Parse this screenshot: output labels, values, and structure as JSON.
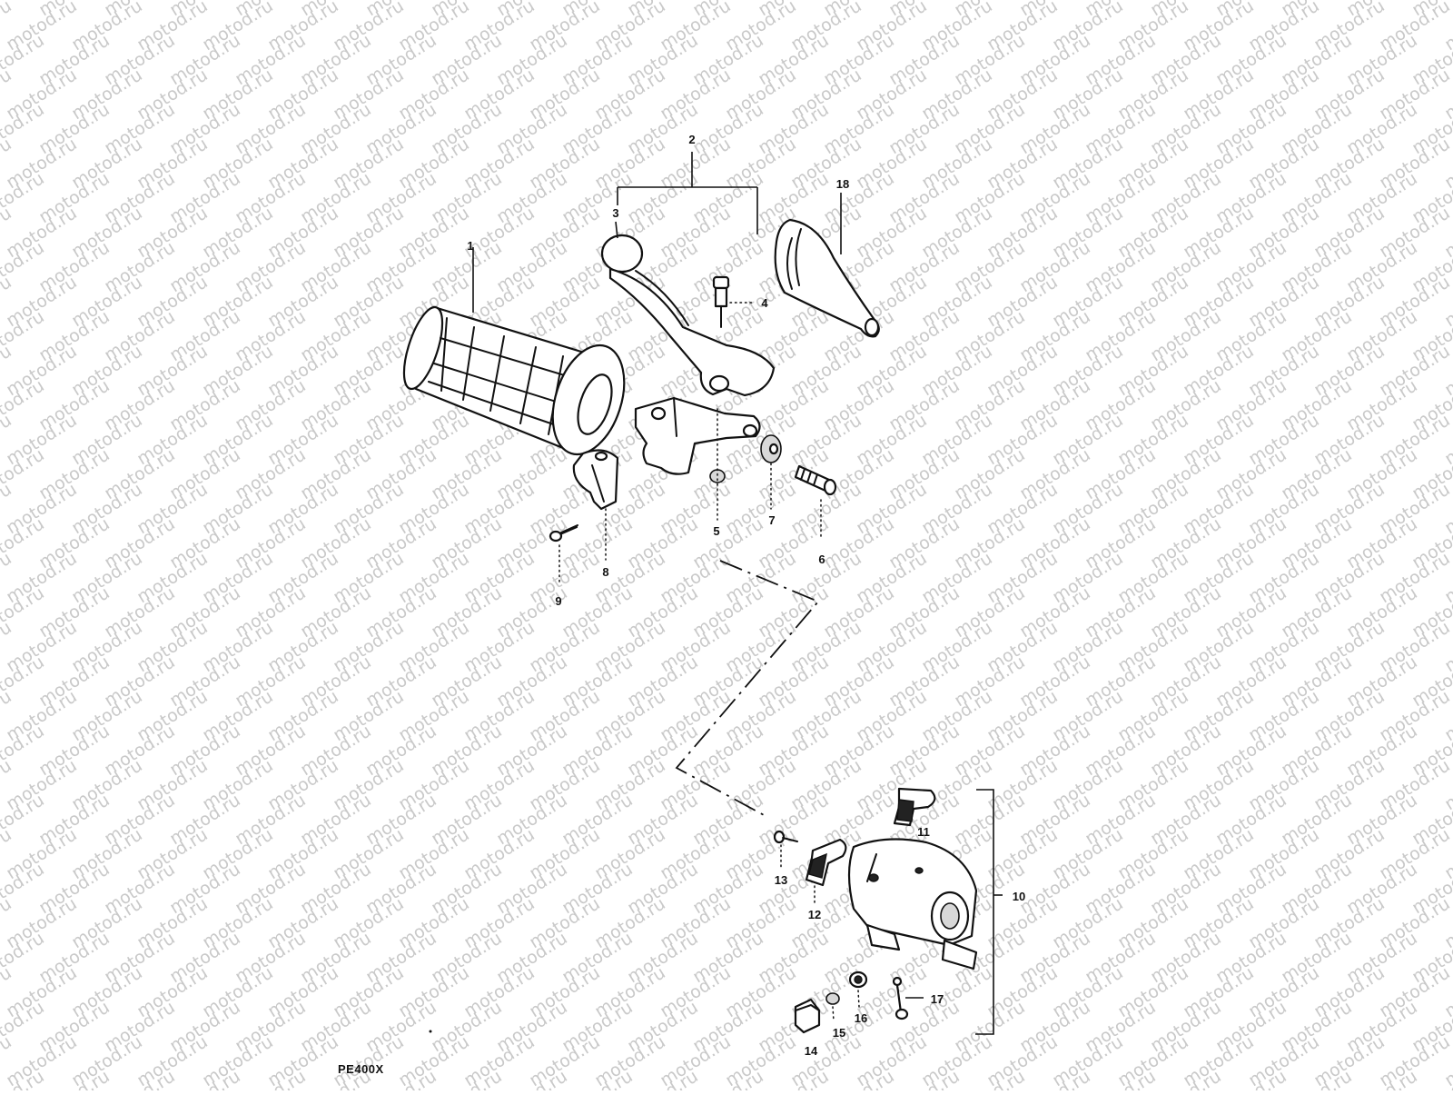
{
  "watermark": "motod.ru",
  "diagram_code": "PE400X",
  "callouts": {
    "c1": "1",
    "c2": "2",
    "c3": "3",
    "c4": "4",
    "c5": "5",
    "c6": "6",
    "c7": "7",
    "c8": "8",
    "c9": "9",
    "c10": "10",
    "c11": "11",
    "c12": "12",
    "c13": "13",
    "c14": "14",
    "c15": "15",
    "c16": "16",
    "c17": "17",
    "c18": "18"
  },
  "colors": {
    "line": "#111111",
    "background": "#ffffff",
    "watermark": "#c9c9c9"
  }
}
